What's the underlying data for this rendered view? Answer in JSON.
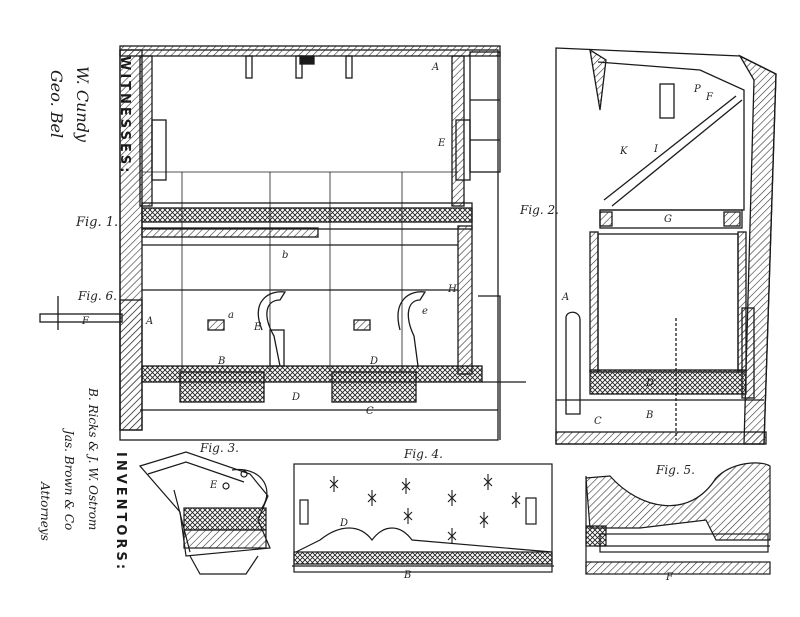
{
  "witnesses": {
    "heading": "WITNESSES:",
    "signatures": [
      "W. Cundy",
      "Geo. Bel"
    ]
  },
  "inventors": {
    "heading": "INVENTORS:",
    "signature_lines": [
      "B. Ricks & J. W. Ostrom",
      "Jas. Brown & Co",
      "Attorneys"
    ]
  },
  "figures": {
    "fig1": "Fig. 1.",
    "fig2": "Fig. 2.",
    "fig3": "Fig. 3.",
    "fig4": "Fig. 4.",
    "fig5": "Fig. 5.",
    "fig6": "Fig. 6."
  },
  "part_letters": {
    "A_left": "A",
    "A_top": "A",
    "A_fig2": "A",
    "B_fig1": "B",
    "B_fig2": "B",
    "B_fig4": "B",
    "C_fig1": "C",
    "C_fig2": "C",
    "D_fig1": "D",
    "D_fig1b": "D",
    "D_fig2": "D",
    "D_fig4": "D",
    "E_fig1": "E",
    "E_fig1b": "E",
    "E_fig3": "E",
    "F_fig1": "F",
    "F_fig2": "F",
    "F_fig5": "F",
    "G_fig2": "G",
    "H_fig1": "H",
    "I_fig2": "I",
    "K_fig2": "K",
    "P_fig2": "P",
    "a_fig1": "a",
    "e_fig1": "e",
    "b_fig1": "b"
  },
  "colors": {
    "ink": "#1a1a1a",
    "paper": "#ffffff",
    "hatch": "#333333"
  }
}
